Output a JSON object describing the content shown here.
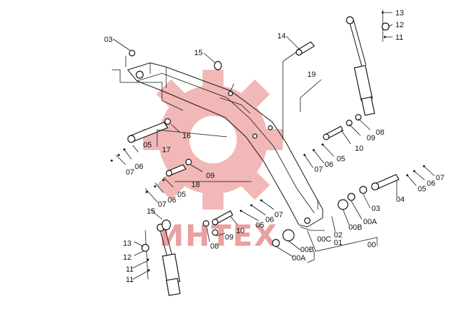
{
  "watermark": {
    "text": "ИНТЕХ",
    "color": "#e9a0a0"
  },
  "labels": {
    "l03_top": "03",
    "l15_top": "15",
    "l14": "14",
    "l19": "19",
    "l13_tr": "13",
    "l12_tr": "12",
    "l11_tr": "11",
    "l16": "16",
    "l17": "17",
    "l05_left": "05",
    "l06_left": "06",
    "l07_left": "07",
    "l09_mid": "09",
    "l18": "18",
    "l05_mid": "05",
    "l06_mid": "06",
    "l07_mid": "07",
    "l15_bot": "15",
    "l13_bl": "13",
    "l12_bl": "12",
    "l11_bl1": "11",
    "l11_bl2": "11",
    "l08_bot": "08",
    "l09_bot": "09",
    "l10_bot": "10",
    "l05_bot": "05",
    "l06_bot": "06",
    "l07_bot": "07",
    "l08_right": "08",
    "l09_right": "09",
    "l10_right": "10",
    "l05_right": "05",
    "l06_right": "06",
    "l07_right": "07",
    "l05_far": "05",
    "l06_far": "06",
    "l07_far": "07",
    "l04": "04",
    "l03_right": "03",
    "l00A_right": "00A",
    "l00B_right": "00B",
    "l02": "02",
    "l01": "01",
    "l00C": "00C",
    "l00B_bot": "00B",
    "l00A_bot": "00A",
    "l00": "00"
  }
}
